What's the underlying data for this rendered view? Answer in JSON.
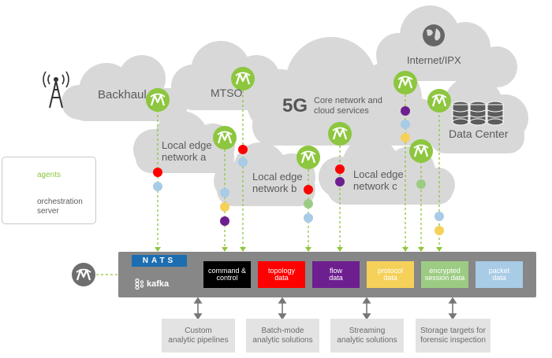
{
  "clouds": {
    "backhaul": "Backhaul",
    "mtso": "MTSO",
    "core_big": "5G",
    "core_text_1": "Core network and",
    "core_text_2": "cloud services",
    "internet": "Internet/IPX",
    "data_center": "Data Center",
    "edge_a_1": "Local edge",
    "edge_a_2": "network a",
    "edge_b_1": "Local edge",
    "edge_b_2": "network b",
    "edge_c_1": "Local edge",
    "edge_c_2": "network c"
  },
  "legend": {
    "agents": "agents",
    "orchestration_1": "orchestration",
    "orchestration_2": "server"
  },
  "bus": {
    "nats": "NATS",
    "kafka": "kafka",
    "channels": [
      {
        "line1": "command &",
        "line2": "control",
        "color": "#000000"
      },
      {
        "line1": "topology",
        "line2": "data",
        "color": "#ff0000"
      },
      {
        "line1": "flow",
        "line2": "data",
        "color": "#6d1f8f"
      },
      {
        "line1": "protocol",
        "line2": "data",
        "color": "#f5d15a"
      },
      {
        "line1": "encrypted",
        "line2": "session data",
        "color": "#9ccc84"
      },
      {
        "line1": "packet",
        "line2": "data",
        "color": "#a8cbe6"
      }
    ]
  },
  "outputs": [
    {
      "line1": "Custom",
      "line2": "analytic pipelines"
    },
    {
      "line1": "Batch-mode",
      "line2": "analytic solutions"
    },
    {
      "line1": "Streaming",
      "line2": "analytic solutions"
    },
    {
      "line1": "Storage targets for",
      "line2": "forensic inspection"
    }
  ],
  "colors": {
    "agent_green": "#8dc63f",
    "orchestration_gray": "#6e6e6e",
    "cloud_gray": "#d6d6d6",
    "bus_gray": "#878787",
    "dashed_line": "#8dc63f"
  }
}
